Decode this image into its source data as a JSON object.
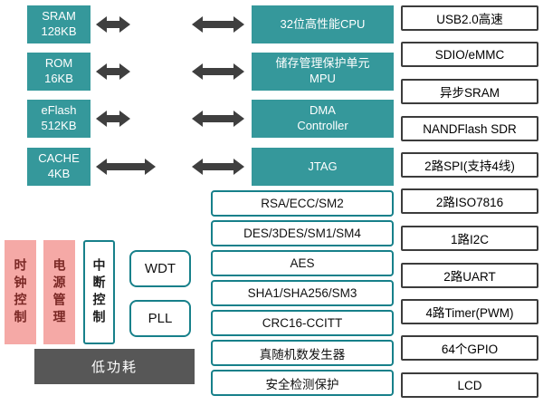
{
  "colors": {
    "teal": "#35989b",
    "teal_border": "#17808a",
    "pink": "#f5a9a6",
    "pink_text": "#7a2825",
    "dark_block": "#575757",
    "arrow": "#3f3f3f",
    "outline": "#3c3c3c"
  },
  "memory": [
    {
      "line1": "SRAM",
      "line2": "128KB"
    },
    {
      "line1": "ROM",
      "line2": "16KB"
    },
    {
      "line1": "eFlash",
      "line2": "512KB"
    },
    {
      "line1": "CACHE",
      "line2": "4KB"
    }
  ],
  "core": [
    {
      "line1": "32位高性能CPU",
      "line2": ""
    },
    {
      "line1": "储存管理保护单元",
      "line2": "MPU"
    },
    {
      "line1": "DMA",
      "line2": "Controller"
    },
    {
      "line1": "JTAG",
      "line2": ""
    }
  ],
  "security": [
    "RSA/ECC/SM2",
    "DES/3DES/SM1/SM4",
    "AES",
    "SHA1/SHA256/SM3",
    "CRC16-CCITT",
    "真随机数发生器",
    "安全检测保护"
  ],
  "peripherals": [
    "USB2.0高速",
    "SDIO/eMMC",
    "异步SRAM",
    "NANDFlash SDR",
    "2路SPI(支持4线)",
    "2路ISO7816",
    "1路I2C",
    "2路UART",
    "4路Timer(PWM)",
    "64个GPIO",
    "LCD"
  ],
  "system": {
    "clock": "时钟控制",
    "power": "电源管理",
    "interrupt": "中断控制",
    "wdt": "WDT",
    "pll": "PLL",
    "low_power": "低功耗"
  }
}
